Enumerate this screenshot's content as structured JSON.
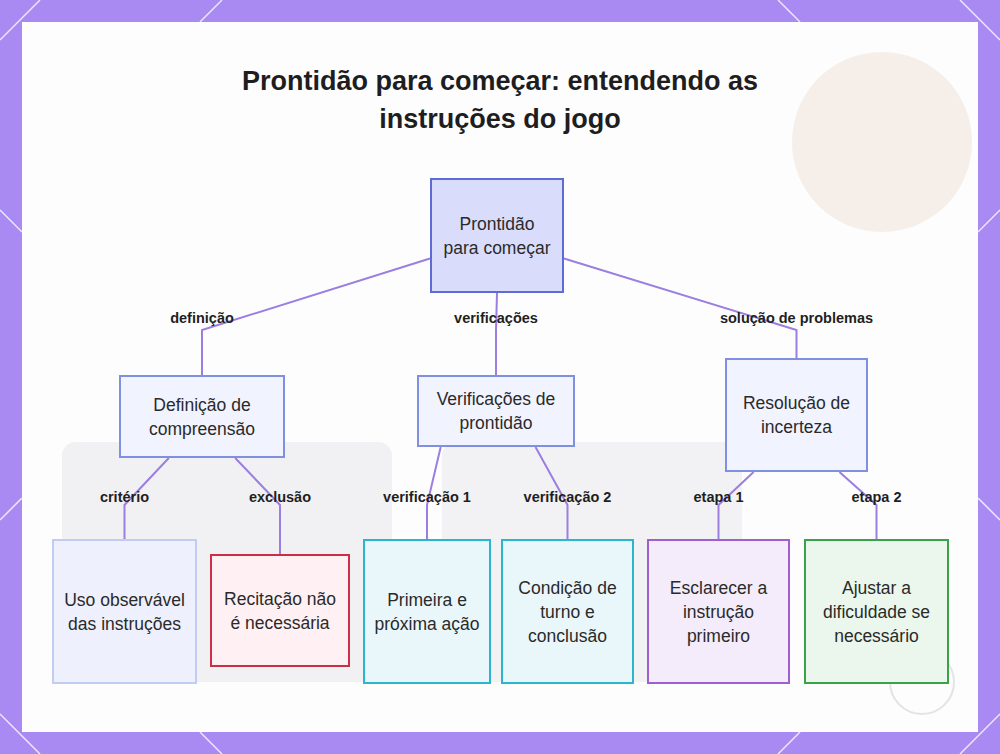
{
  "diagram": {
    "title": "Prontidão para começar: entendendo as instruções do jogo",
    "nodes": [
      {
        "text": [
          "Prontidão para começar"
        ]
      },
      {
        "text": [
          "Definição de compreensão"
        ]
      },
      {
        "text": [
          "Verificações de prontidão"
        ]
      },
      {
        "text": [
          "Resolução de incerteza"
        ]
      },
      {
        "text": [
          "Uso observável das instruções"
        ]
      },
      {
        "text": [
          "Recitação não é necessária"
        ]
      },
      {
        "text": [
          "Primeira e próxima ação"
        ]
      },
      {
        "text": [
          "Condição de turno e conclusão"
        ]
      },
      {
        "text": [
          "Esclarecer a instrução primeiro"
        ]
      },
      {
        "text": [
          "Ajustar a dificuldade se necessário"
        ]
      }
    ],
    "edges": [
      {
        "from": 0,
        "to": 1,
        "label": "definição",
        "arrow": "none"
      },
      {
        "from": 0,
        "to": 2,
        "label": "verificações",
        "arrow": "none"
      },
      {
        "from": 0,
        "to": 3,
        "label": "solução de problemas",
        "arrow": "none"
      },
      {
        "from": 1,
        "to": 4,
        "label": "critério",
        "arrow": "none"
      },
      {
        "from": 1,
        "to": 5,
        "label": "exclusão",
        "arrow": "none"
      },
      {
        "from": 2,
        "to": 6,
        "label": "verificação 1",
        "arrow": "none"
      },
      {
        "from": 2,
        "to": 7,
        "label": "verificação 2",
        "arrow": "none"
      },
      {
        "from": 3,
        "to": 8,
        "label": "etapa 1",
        "arrow": "none"
      },
      {
        "from": 3,
        "to": 9,
        "label": "etapa 2",
        "arrow": "none"
      }
    ]
  }
}
